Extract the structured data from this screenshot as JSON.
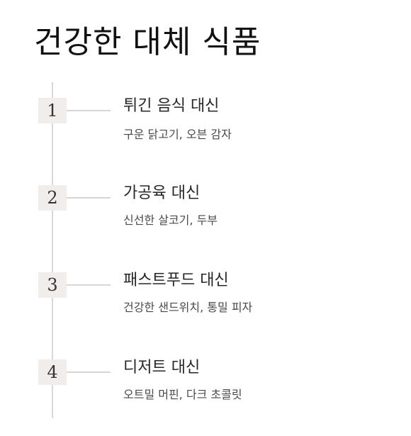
{
  "title": "건강한 대체 식품",
  "items": [
    {
      "number": "1",
      "title": "튀긴 음식 대신",
      "description": "구운 닭고기, 오븐 감자"
    },
    {
      "number": "2",
      "title": "가공육 대신",
      "description": "신선한 살코기, 두부"
    },
    {
      "number": "3",
      "title": "패스트푸드 대신",
      "description": "건강한 샌드위치, 통밀 피자"
    },
    {
      "number": "4",
      "title": "디저트 대신",
      "description": "오트밀 머핀, 다크 초콜릿"
    }
  ]
}
